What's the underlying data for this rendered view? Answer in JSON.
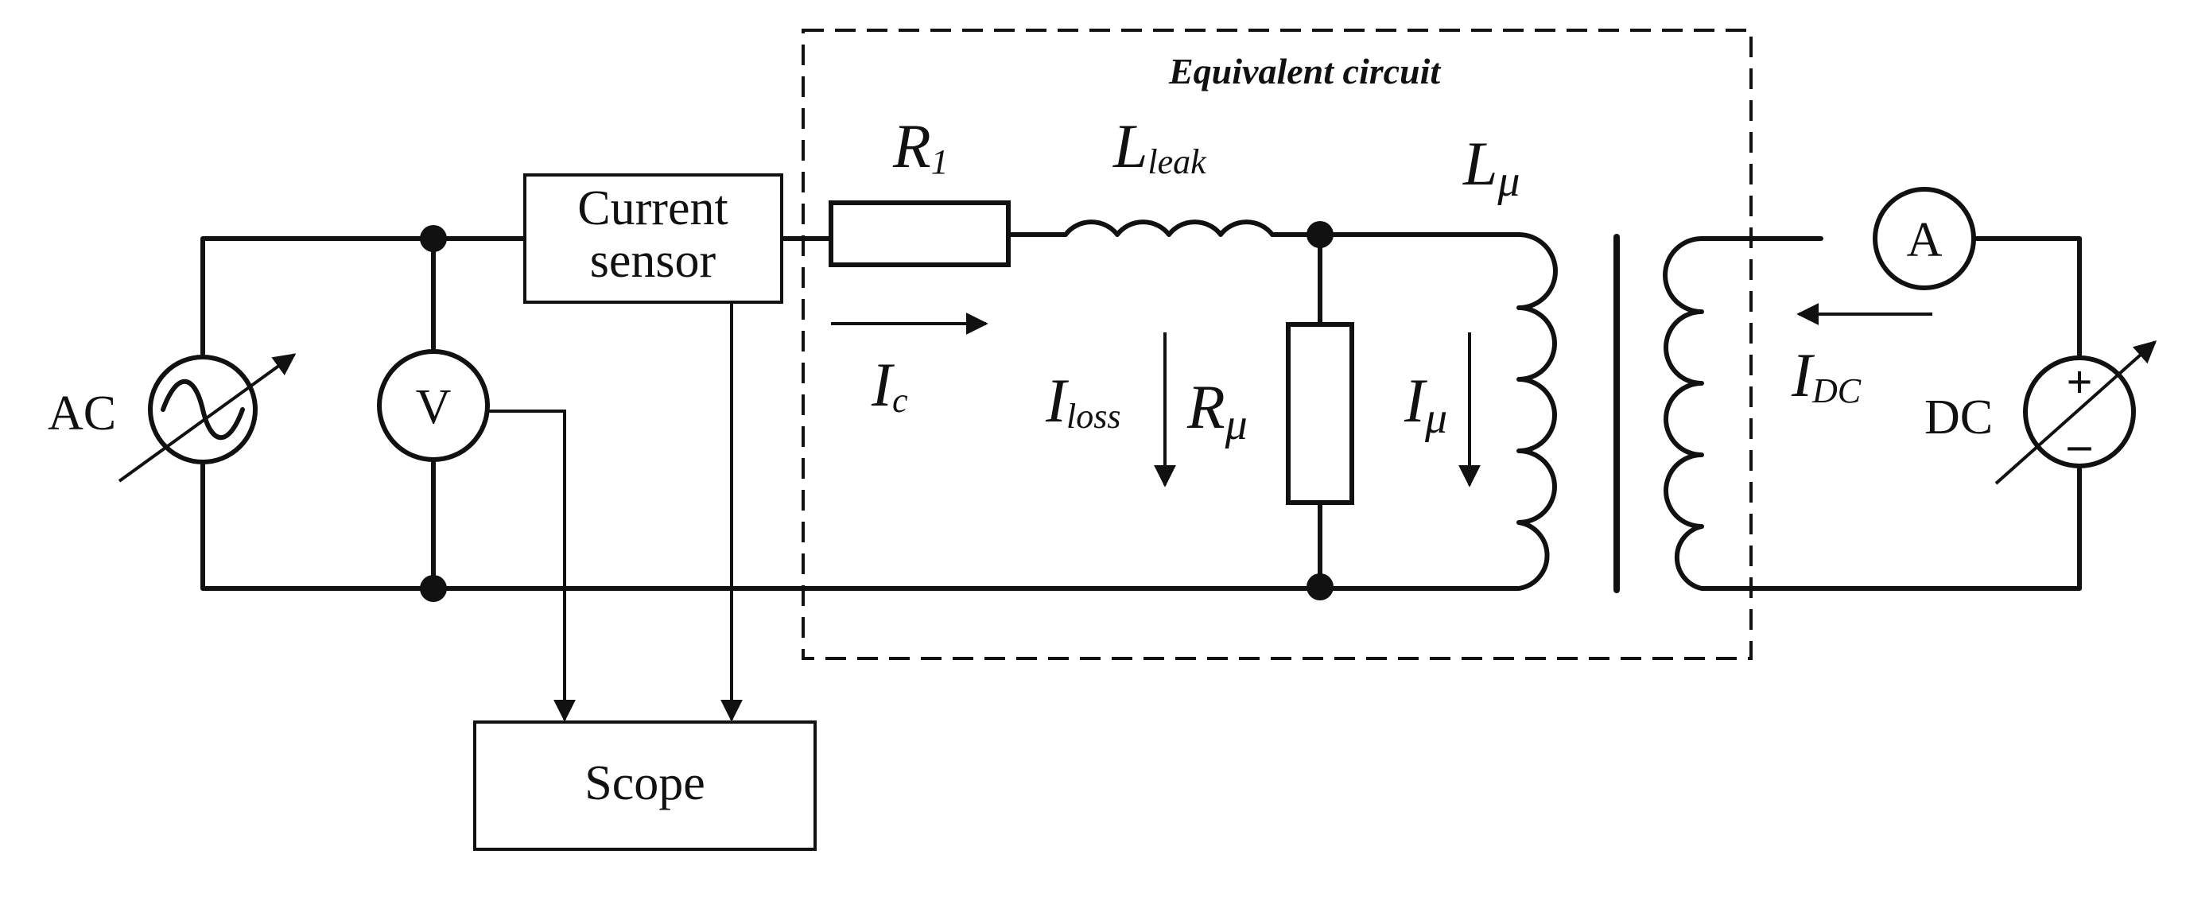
{
  "title": "Equivalent circuit",
  "blocks": {
    "current_sensor": [
      "Current",
      "sensor"
    ],
    "scope": "Scope"
  },
  "meters": {
    "voltmeter": "V",
    "ammeter": "A"
  },
  "sources": {
    "ac": "AC",
    "dc": "DC",
    "dc_plus": "+",
    "dc_minus": "–"
  },
  "components": {
    "r1": {
      "main": "R",
      "sub": "1"
    },
    "l_leak": {
      "main": "L",
      "sub": "leak"
    },
    "l_mu": {
      "main": "L",
      "sub": "μ"
    },
    "r_mu": {
      "main": "R",
      "sub": "μ"
    }
  },
  "currents": {
    "i_c": {
      "main": "I",
      "sub": "c"
    },
    "i_loss": {
      "main": "I",
      "sub": "loss"
    },
    "i_mu": {
      "main": "I",
      "sub": "μ"
    },
    "i_dc": {
      "main": "I",
      "sub": "DC"
    }
  }
}
